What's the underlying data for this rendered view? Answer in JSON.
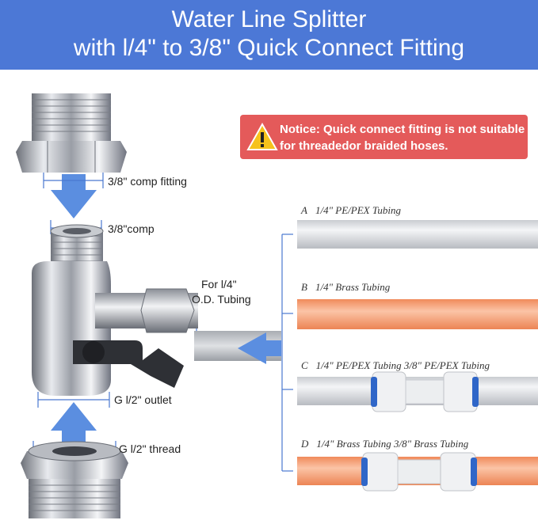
{
  "title": {
    "line1": "Water Line Splitter",
    "line2": "with l/4\" to 3/8\" Quick Connect Fitting"
  },
  "notice": {
    "line1": "Notice: Quick connect fitting is not suitable",
    "line2": "for threadedor braided hoses."
  },
  "labels": {
    "comp_fitting": "3/8\" comp fitting",
    "comp": "3/8\"comp",
    "od_tubing_l1": "For l/4\"",
    "od_tubing_l2": "O.D. Tubing",
    "outlet": "G l/2\" outlet",
    "thread": "G l/2\" thread"
  },
  "tubing": [
    {
      "letter": "A",
      "text": "1/4\" PE/PEX Tubing"
    },
    {
      "letter": "B",
      "text": "1/4\" Brass Tubing"
    },
    {
      "letter": "C",
      "text": "1/4\" PE/PEX Tubing 3/8\" PE/PEX Tubing"
    },
    {
      "letter": "D",
      "text": "1/4\" Brass Tubing 3/8\" Brass Tubing"
    }
  ],
  "colors": {
    "banner": "#4c78d6",
    "notice": "#e45a5a",
    "arrow": "#5b8ee0",
    "brass": "#f4a57e",
    "pex": "#e9ebee",
    "connector_ring": "#2f66c8"
  }
}
